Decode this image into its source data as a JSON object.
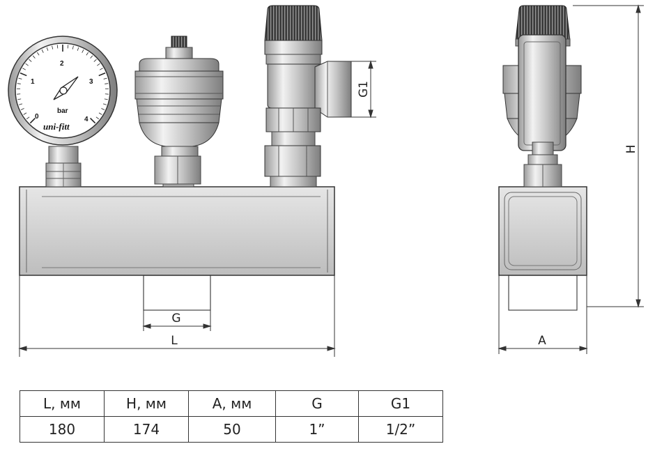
{
  "gauge": {
    "unit": "bar",
    "ticks": [
      "0",
      "1",
      "2",
      "3",
      "4"
    ],
    "brand": "uni-fitt"
  },
  "dimensions": {
    "g1": "G1",
    "h": "H",
    "g": "G",
    "l": "L",
    "a": "A"
  },
  "table": {
    "headers": [
      "L, мм",
      "H, мм",
      "A, мм",
      "G",
      "G1"
    ],
    "values": [
      "180",
      "174",
      "50",
      "1”",
      "1/2”"
    ]
  }
}
